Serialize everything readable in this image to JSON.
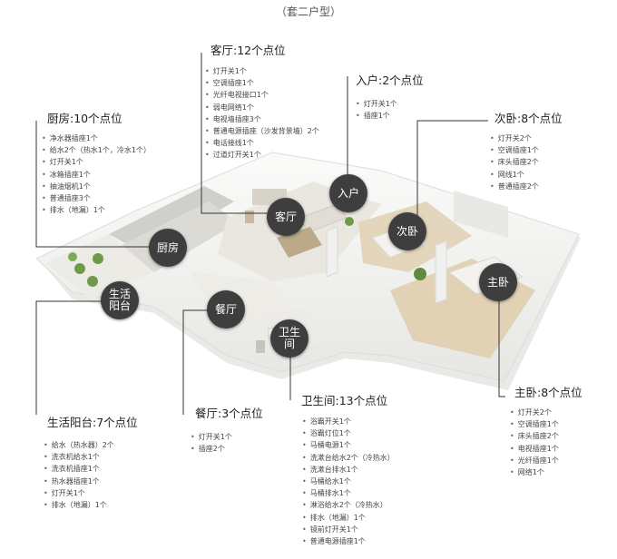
{
  "title": "（套二户型）",
  "rooms": {
    "living": {
      "node": "客厅",
      "heading": "客厅:12个点位",
      "items": [
        "灯开关1个",
        "空调插座1个",
        "光纤电视接口1个",
        "弱电网络1个",
        "电视墙插座3个",
        "普通电源插座（沙发背景墙）2个",
        "电话接线1个",
        "过道灯开关1个"
      ]
    },
    "kitchen": {
      "node": "厨房",
      "heading": "厨房:10个点位",
      "items": [
        "净水器插座1个",
        "给水2个（热水1个，冷水1个）",
        "灯开关1个",
        "冰箱插座1个",
        "抽油烟机1个",
        "普通插座3个",
        "排水（地漏）1个"
      ]
    },
    "entrance": {
      "node": "入户",
      "heading": "入户:2个点位",
      "items": [
        "灯开关1个",
        "插座1个"
      ]
    },
    "second": {
      "node": "次卧",
      "heading": "次卧:8个点位",
      "items": [
        "灯开关2个",
        "空调插座1个",
        "床头插座2个",
        "网线1个",
        "普通插座2个"
      ]
    },
    "master": {
      "node": "主卧",
      "heading": "主卧:8个点位",
      "items": [
        "灯开关2个",
        "空调插座1个",
        "床头插座2个",
        "电视插座1个",
        "光纤插座1个",
        "网络1个"
      ]
    },
    "balcony": {
      "node": "生活阳台",
      "heading": "生活阳台:7个点位",
      "items": [
        "给水（热水器）2个",
        "洗衣机给水1个",
        "洗衣机插座1个",
        "热水器插座1个",
        "灯开关1个",
        "排水（地漏）1个"
      ]
    },
    "dining": {
      "node": "餐厅",
      "heading": "餐厅:3个点位",
      "items": [
        "灯开关1个",
        "插座2个"
      ]
    },
    "bathroom": {
      "node": "卫生间",
      "heading": "卫生间:13个点位",
      "items": [
        "浴霸开关1个",
        "浴霸灯位1个",
        "马桶电源1个",
        "洗漱台给水2个（冷热水）",
        "洗漱台排水1个",
        "马桶给水1个",
        "马桶排水1个",
        "淋浴给水2个（冷热水）",
        "排水（地漏）1个",
        "镜前灯开关1个",
        "普通电源插座1个"
      ]
    }
  },
  "colors": {
    "node": "#3e3e3e",
    "line": "#333333",
    "floor": "#e3d6c0",
    "wall": "#f4f4f2"
  }
}
